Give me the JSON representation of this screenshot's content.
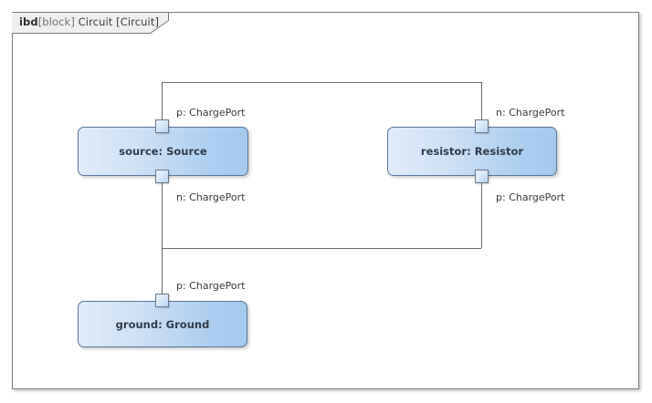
{
  "frame": {
    "keyword": "ibd",
    "type_prefix": "[block]",
    "name": "Circuit",
    "type_suffix": "[Circuit]"
  },
  "colors": {
    "frame_border": "#7b7b7b",
    "tab_fill": "#efefef",
    "block_border": "#5a789c",
    "block_fill_light": "#dfebfa",
    "block_fill_dark": "#a3c9ee",
    "port_border": "#69798a",
    "connector": "#6a6a6a",
    "text": "#2f3c4c",
    "label_text": "#3a3a3a"
  },
  "parts": [
    {
      "id": "source",
      "label": "source: Source"
    },
    {
      "id": "resistor",
      "label": "resistor: Resistor"
    },
    {
      "id": "ground",
      "label": "ground: Ground"
    }
  ],
  "ports": [
    {
      "id": "source-p",
      "label": "p: ChargePort",
      "owner": "source"
    },
    {
      "id": "source-n",
      "label": "n: ChargePort",
      "owner": "source"
    },
    {
      "id": "resistor-n",
      "label": "n: ChargePort",
      "owner": "resistor"
    },
    {
      "id": "resistor-p",
      "label": "p: ChargePort",
      "owner": "resistor"
    },
    {
      "id": "ground-p",
      "label": "p: ChargePort",
      "owner": "ground"
    }
  ],
  "connectors": [
    {
      "id": "source-p-to-resistor-n",
      "from": "source-p",
      "to": "resistor-n"
    },
    {
      "id": "source-n-to-resistor-p",
      "from": "source-n",
      "to": "resistor-p"
    },
    {
      "id": "source-n-to-ground-p",
      "from": "source-n",
      "to": "ground-p"
    }
  ]
}
